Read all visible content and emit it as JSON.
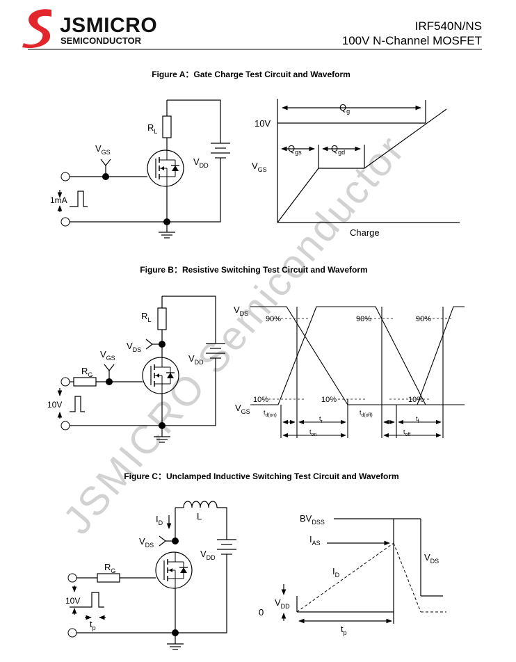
{
  "header": {
    "brand_name": "JSMICRO",
    "brand_sub": "SEMICONDUCTOR",
    "part_number": "IRF540N/NS",
    "description": "100V N-Channel MOSFET",
    "colors": {
      "logo_red": "#e3262b",
      "text": "#000000"
    }
  },
  "watermark": "JSMICRO Semiconductor",
  "figA": {
    "title": "Figure A：Gate Charge Test Circuit and Waveform",
    "circuit": {
      "rl": "R",
      "rl_sub": "L",
      "vgs": "V",
      "vgs_sub": "GS",
      "vdd": "V",
      "vdd_sub": "DD",
      "current": "1mA"
    },
    "wave": {
      "v10": "10V",
      "vgs": "V",
      "vgs_sub": "GS",
      "qg": "Q",
      "qg_sub": "g",
      "qgs": "Q",
      "qgs_sub": "gs",
      "qgd": "Q",
      "qgd_sub": "gd",
      "charge": "Charge"
    }
  },
  "figB": {
    "title": "Figure B：Resistive Switching Test Circuit and Waveform",
    "circuit": {
      "rl": "R",
      "rl_sub": "L",
      "vds": "V",
      "vds_sub": "DS",
      "vgs": "V",
      "vgs_sub": "GS",
      "rg": "R",
      "rg_sub": "G",
      "vdd": "V",
      "vdd_sub": "DD",
      "v10": "10V"
    },
    "wave": {
      "vds": "V",
      "vds_sub": "DS",
      "vgs": "V",
      "vgs_sub": "GS",
      "p90": "90%",
      "p10": "10%",
      "tdon": "t",
      "tdon_sub": "d(on)",
      "tr": "t",
      "tr_sub": "r",
      "tdoff": "t",
      "tdoff_sub": "d(off)",
      "tf": "t",
      "tf_sub": "f",
      "ton": "t",
      "ton_sub": "on",
      "toff": "t",
      "toff_sub": "off"
    }
  },
  "figC": {
    "title": "Figure C：Unclamped Inductive Switching Test Circuit and Waveform",
    "circuit": {
      "id": "I",
      "id_sub": "D",
      "l": "L",
      "vds": "V",
      "vds_sub": "DS",
      "vdd": "V",
      "vdd_sub": "DD",
      "rg": "R",
      "rg_sub": "G",
      "v10": "10V",
      "tp": "t",
      "tp_sub": "p"
    },
    "wave": {
      "bvdss": "BV",
      "bvdss_sub": "DSS",
      "ias": "I",
      "ias_sub": "AS",
      "id": "I",
      "id_sub": "D",
      "vds": "V",
      "vds_sub": "DS",
      "vdd": "V",
      "vdd_sub": "DD",
      "zero": "0",
      "tp": "t",
      "tp_sub": "p"
    }
  }
}
